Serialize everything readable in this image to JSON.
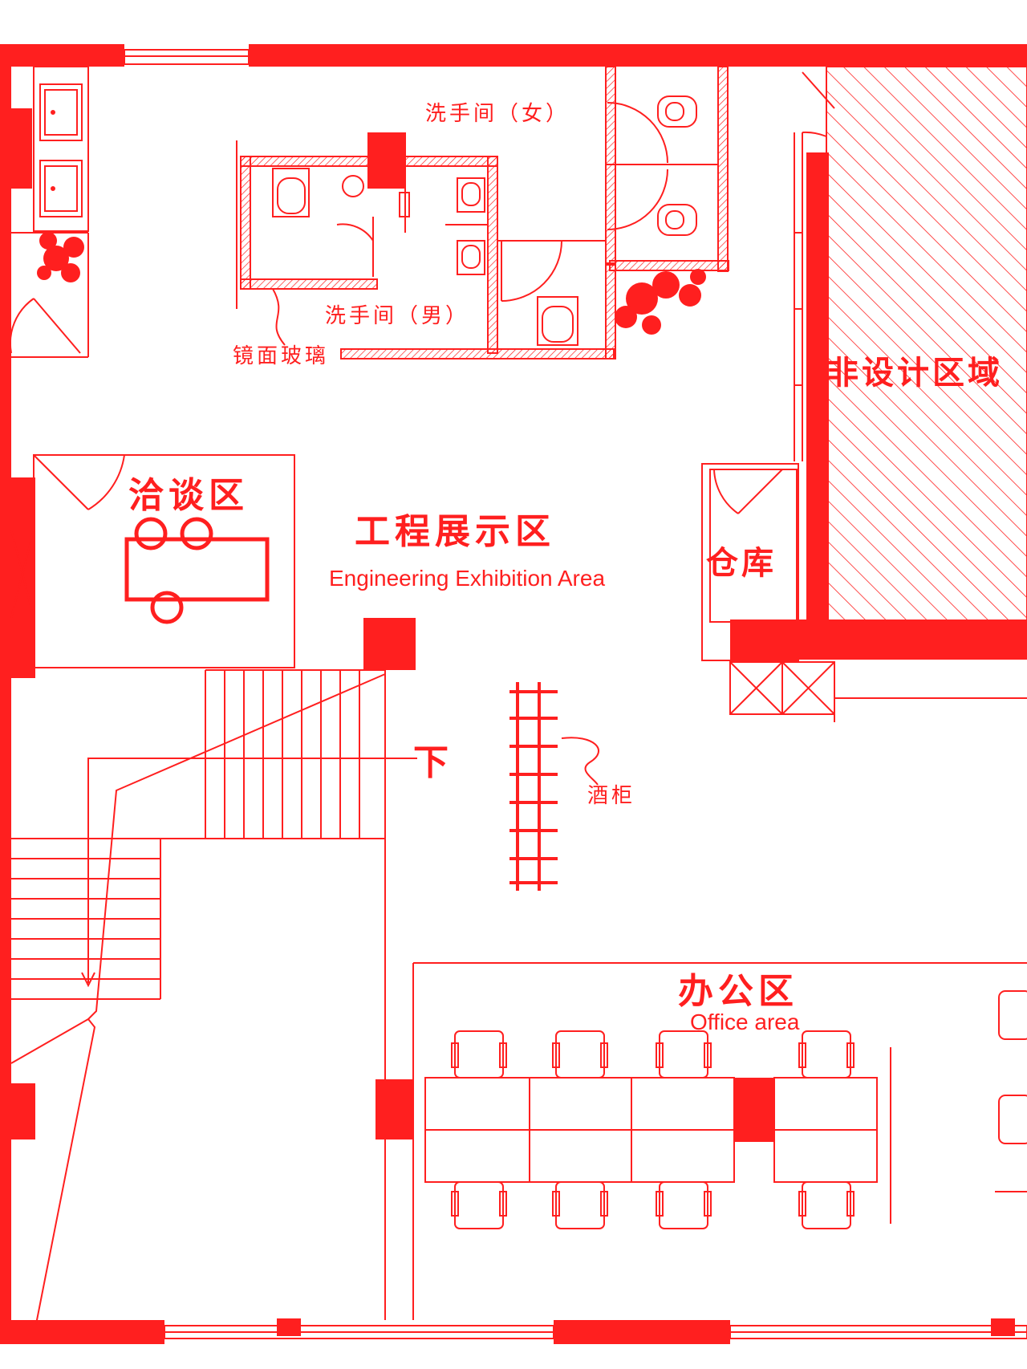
{
  "colors": {
    "wall": "#ff1f1f",
    "line": "#ff1f1f",
    "background": "#ffffff"
  },
  "labels": {
    "washroom_female": "洗手间（女）",
    "washroom_male": "洗手间（男）",
    "mirror_glass": "镜面玻璃",
    "non_design_area": "非设计区域",
    "negotiation_area": "洽谈区",
    "exhibition_cn": "工程展示区",
    "exhibition_en": "Engineering Exhibition Area",
    "storage": "仓库",
    "stairs_down": "下",
    "wine_cabinet": "酒柜",
    "office_cn": "办公区",
    "office_en": "Office area"
  }
}
